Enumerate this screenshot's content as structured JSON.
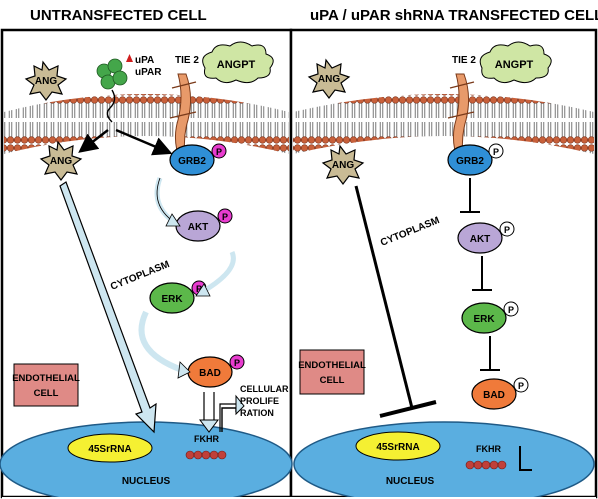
{
  "left_panel": {
    "title": "UNTRANSFECTED CELL",
    "ang_top": "ANG",
    "ang_cyto": "ANG",
    "upa": "uPA",
    "upar": "uPAR",
    "tie2": "TIE 2",
    "angpt": "ANGPT",
    "grb2": "GRB2",
    "akt": "AKT",
    "erk": "ERK",
    "bad": "BAD",
    "phospho": "P",
    "cytoplasm": "CYTOPLASM",
    "endothelial_line1": "ENDOTHELIAL",
    "endothelial_line2": "CELL",
    "cellular_line1": "CELLULAR",
    "cellular_line2": "PROLIFE",
    "cellular_line3": "RATION",
    "fkhr": "FKHR",
    "rrna": "45SrRNA",
    "nucleus": "NUCLEUS"
  },
  "right_panel": {
    "title": "uPA / uPAR shRNA TRANSFECTED CELL",
    "ang_top": "ANG",
    "ang_cyto": "ANG",
    "tie2": "TIE 2",
    "angpt": "ANGPT",
    "grb2": "GRB2",
    "akt": "AKT",
    "erk": "ERK",
    "bad": "BAD",
    "phospho": "P",
    "cytoplasm": "CYTOPLASM",
    "endothelial_line1": "ENDOTHELIAL",
    "endothelial_line2": "CELL",
    "fkhr": "FKHR",
    "rrna": "45SrRNA",
    "nucleus": "NUCLEUS"
  },
  "colors": {
    "grb2": "#2f8fd6",
    "akt": "#b9a6d6",
    "erk": "#5cb84a",
    "bad": "#f07a3a",
    "phospho_active": "#e83ccf",
    "angpt": "#cfe6a4",
    "ang": "#c9bb95",
    "tie2": "#e89a6a",
    "membrane": "#c8603a",
    "nucleus": "#5aaee0",
    "rrna": "#f5f032",
    "endothelial": "#df8a86",
    "fkhr": "#c0403a",
    "arrow_light": "#cde6f0",
    "upa": "#d01e1e",
    "upar": "#44a64a"
  }
}
